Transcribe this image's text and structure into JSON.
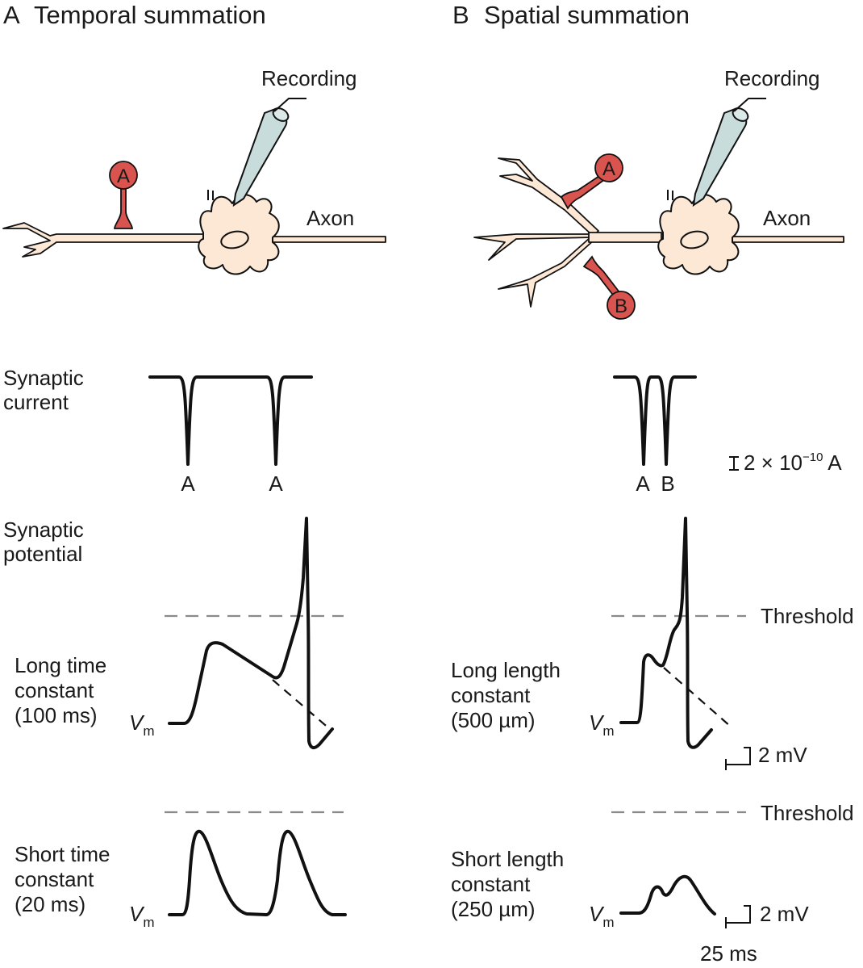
{
  "panel_a": {
    "letter": "A",
    "title": "Temporal summation",
    "recording_label": "Recording",
    "axon_label": "Axon",
    "terminal_label": "A",
    "current_labels": [
      "A",
      "A"
    ],
    "row_long": {
      "line1": "Long time",
      "line2": "constant",
      "line3": "(100 ms)"
    },
    "row_short": {
      "line1": "Short time",
      "line2": "constant",
      "line3": "(20 ms)"
    }
  },
  "panel_b": {
    "letter": "B",
    "title": "Spatial summation",
    "recording_label": "Recording",
    "axon_label": "Axon",
    "terminal_a_label": "A",
    "terminal_b_label": "B",
    "current_labels": [
      "A",
      "B"
    ],
    "row_long": {
      "line1": "Long length",
      "line2": "constant",
      "line3": "(500 µm)"
    },
    "row_short": {
      "line1": "Short length",
      "line2": "constant",
      "line3": "(250 µm)"
    }
  },
  "row_labels": {
    "synaptic_current": {
      "line1": "Synaptic",
      "line2": "current"
    },
    "synaptic_potential": {
      "line1": "Synaptic",
      "line2": "potential"
    }
  },
  "threshold_label": "Threshold",
  "vm": {
    "main": "V",
    "sub": "m"
  },
  "scale_bars": {
    "current": {
      "prefix": "2 × 10",
      "exponent": "−10",
      "unit": " A"
    },
    "voltage": "2 mV",
    "time": "25 ms"
  },
  "colors": {
    "cell_fill": "#fde8d6",
    "terminal_fill": "#d9534f",
    "electrode_fill": "#c9dcdc",
    "threshold_line": "#8a8a8a"
  }
}
